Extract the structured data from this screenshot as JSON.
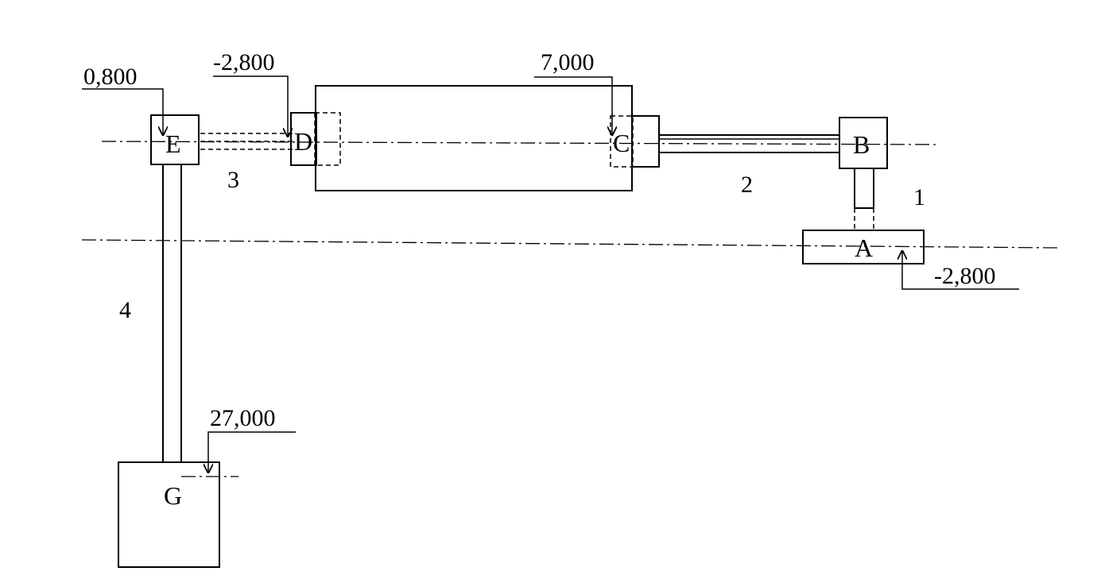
{
  "nodes": {
    "A": "A",
    "B": "B",
    "C": "C",
    "D": "D",
    "E": "E",
    "G": "G"
  },
  "segments": {
    "s1": "1",
    "s2": "2",
    "s3": "3",
    "s4": "4"
  },
  "elevations": {
    "E": "0,800",
    "D": "-2,800",
    "C": "7,000",
    "A": "-2,800",
    "G": "27,000"
  }
}
